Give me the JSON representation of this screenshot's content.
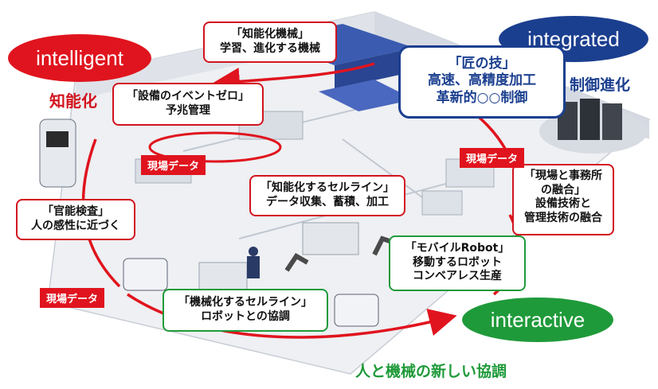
{
  "intelligent": {
    "en": "intelligent",
    "jp": "知能化"
  },
  "integrated": {
    "en": "integrated",
    "jp": "制御進化"
  },
  "interactive": {
    "en": "interactive",
    "jp": "人と機械の新しい協調"
  },
  "boxes": {
    "chinou_kikai": {
      "l1": "「知能化機械」",
      "l2": "学習、進化する機械"
    },
    "setsubi": {
      "l1": "「設備のイベントゼロ」",
      "l2": "予兆管理"
    },
    "takumi": {
      "l1": "「匠の技」",
      "l2": "高速、高精度加工",
      "l3": "革新的○○制御"
    },
    "cell_line": {
      "l1": "「知能化するセルライン」",
      "l2": "データ収集、蓄積、加工"
    },
    "kannou": {
      "l1": "「官能検査」",
      "l2": "人の感性に近づく"
    },
    "genba_jimusho": {
      "l1": "「現場と事務所",
      "l2": "の融合」",
      "l3": "設備技術と",
      "l4": "管理技術の融合"
    },
    "mobile": {
      "l1": "「モバイルRobot」",
      "l2": "移動するロボット",
      "l3": "コンベアレス生産"
    },
    "kikaika": {
      "l1": "「機械化するセルライン」",
      "l2": "ロボットとの協調"
    }
  },
  "tags": {
    "t1": "現場データ",
    "t2": "現場データ",
    "t3": "現場データ"
  },
  "colors": {
    "red": "#e0141e",
    "green": "#1f9a3a",
    "navy": "#1b3f8f"
  }
}
